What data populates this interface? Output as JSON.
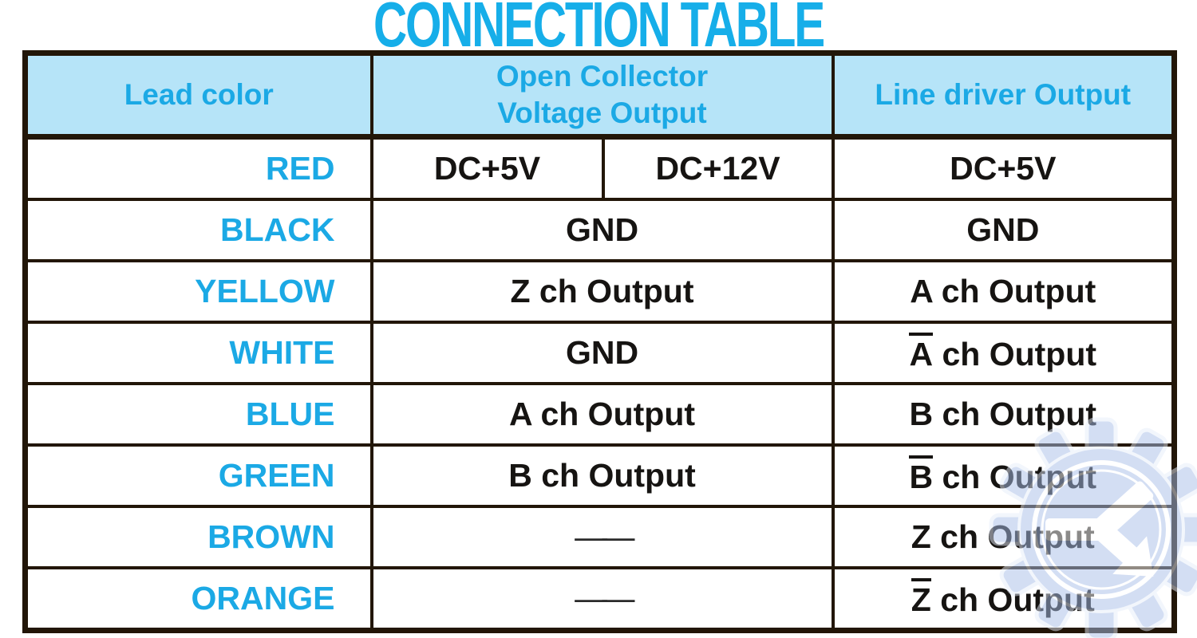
{
  "title": "CONNECTION TABLE",
  "table": {
    "headers": {
      "lead": "Lead color",
      "open_collector_line1": "Open Collector",
      "open_collector_line2": "Voltage Output",
      "line_driver": "Line driver Output"
    },
    "rows": [
      {
        "lead": "RED",
        "oc": "DC+5V",
        "oc2": "DC+12V",
        "ld_text": "DC+5V"
      },
      {
        "lead": "BLACK",
        "oc": "GND",
        "ld_text": "GND"
      },
      {
        "lead": "YELLOW",
        "oc": "Z ch Output",
        "ld_text": "A ch Output"
      },
      {
        "lead": "WHITE",
        "oc": "GND",
        "ld_bar": "A",
        "ld_text": " ch Output"
      },
      {
        "lead": "BLUE",
        "oc": "A ch Output",
        "ld_text": "B ch Output"
      },
      {
        "lead": "GREEN",
        "oc": "B ch Output",
        "ld_bar": "B",
        "ld_text": " ch Output"
      },
      {
        "lead": "BROWN",
        "oc": "——",
        "ld_text": "Z ch Output"
      },
      {
        "lead": "ORANGE",
        "oc": "——",
        "ld_bar": "Z",
        "ld_text": " ch Output"
      }
    ],
    "colors": {
      "accent_cyan": "#1ba9e5",
      "title_cyan": "#16aee9",
      "header_bg": "#b6e4f8",
      "border": "#221608",
      "text": "#161412",
      "watermark_blue": "#a9bfe9"
    }
  },
  "watermark": {
    "name": "gear-k-logo"
  }
}
